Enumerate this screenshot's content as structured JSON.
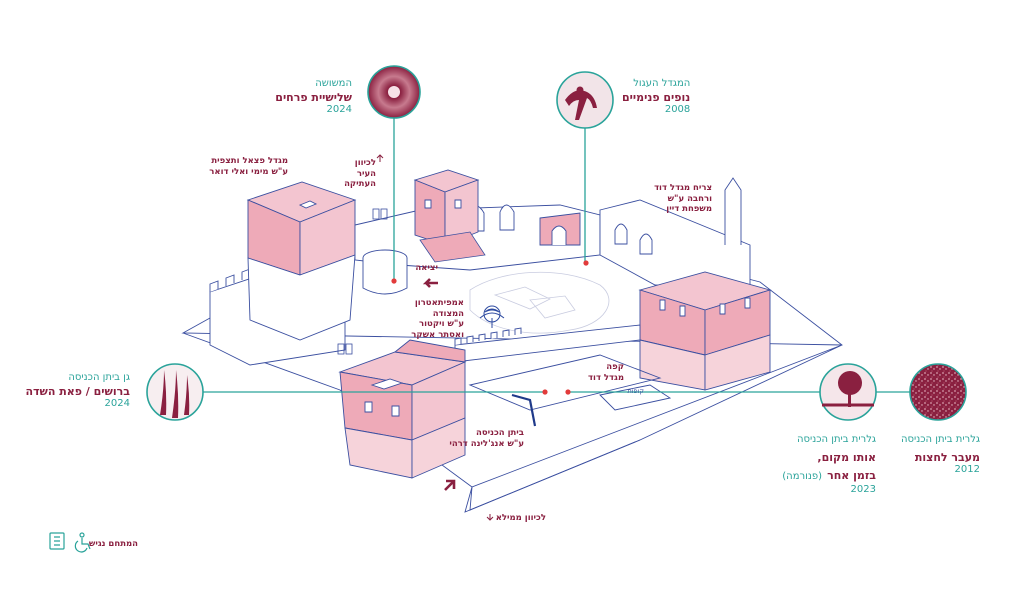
{
  "colors": {
    "teal": "#2aa39a",
    "maroon": "#8a2040",
    "pink": "#eeaab8",
    "pink_light": "#f6d3da",
    "line_blue": "#3b4fa0"
  },
  "exhibits": {
    "triangle": {
      "caption": "המשושה",
      "title": "שלישיית פרחים",
      "year": "2024",
      "icon": "flower-thumbnail"
    },
    "tilted_tower": {
      "caption": "המגדל העגול",
      "title": "נופים פנימיים",
      "year": "2008",
      "icon": "figure-sculpture-thumbnail"
    },
    "garden": {
      "caption": "גן ביתן הכניסה",
      "title": "ברושים / פאת השדה",
      "year": "2024",
      "icon": "cypress-thumbnail"
    },
    "gallery_place": {
      "caption": "גלרית ביתן הכניסה",
      "title_line1": "אותו מקום,",
      "title_line2": "בזמן אחר",
      "title_suffix": "(פנורמה)",
      "year": "2023",
      "icon": "tree-thumbnail"
    },
    "gallery_passage": {
      "caption": "גלרית ביתן הכניסה",
      "title": "מעבר לחצות",
      "year": "2012",
      "icon": "texture-thumbnail"
    }
  },
  "labels": {
    "phasael_line1": "מגדל פצאל ותצפית",
    "phasael_line2": "ע\"ש מימי ואלי דואר",
    "old_city_line1": "לכיוון",
    "old_city_line2": "העיר",
    "old_city_line3": "העתיקה",
    "david_tower_line1": "צריח מגדל דוד",
    "david_tower_line2": "ורחבה ע\"ש",
    "david_tower_line3": "משפחת דיין",
    "exit": "יציאה",
    "amphitheater_line1": "אמפיתאטרון",
    "amphitheater_line2": "המצודה",
    "amphitheater_line3": "ע\"ש ויקטור",
    "amphitheater_line4": "ואסתר אשקר",
    "cafe_line1": "קפה",
    "cafe_line2": "מגדל דוד",
    "entrance_line1": "ביתן הכניסה",
    "entrance_line2": "ע\"ש אנג'לינה דרהי",
    "mamilla": "לכיוון ממילא",
    "legend_museum": "המתחם נגיש",
    "tickets": "קופות"
  }
}
